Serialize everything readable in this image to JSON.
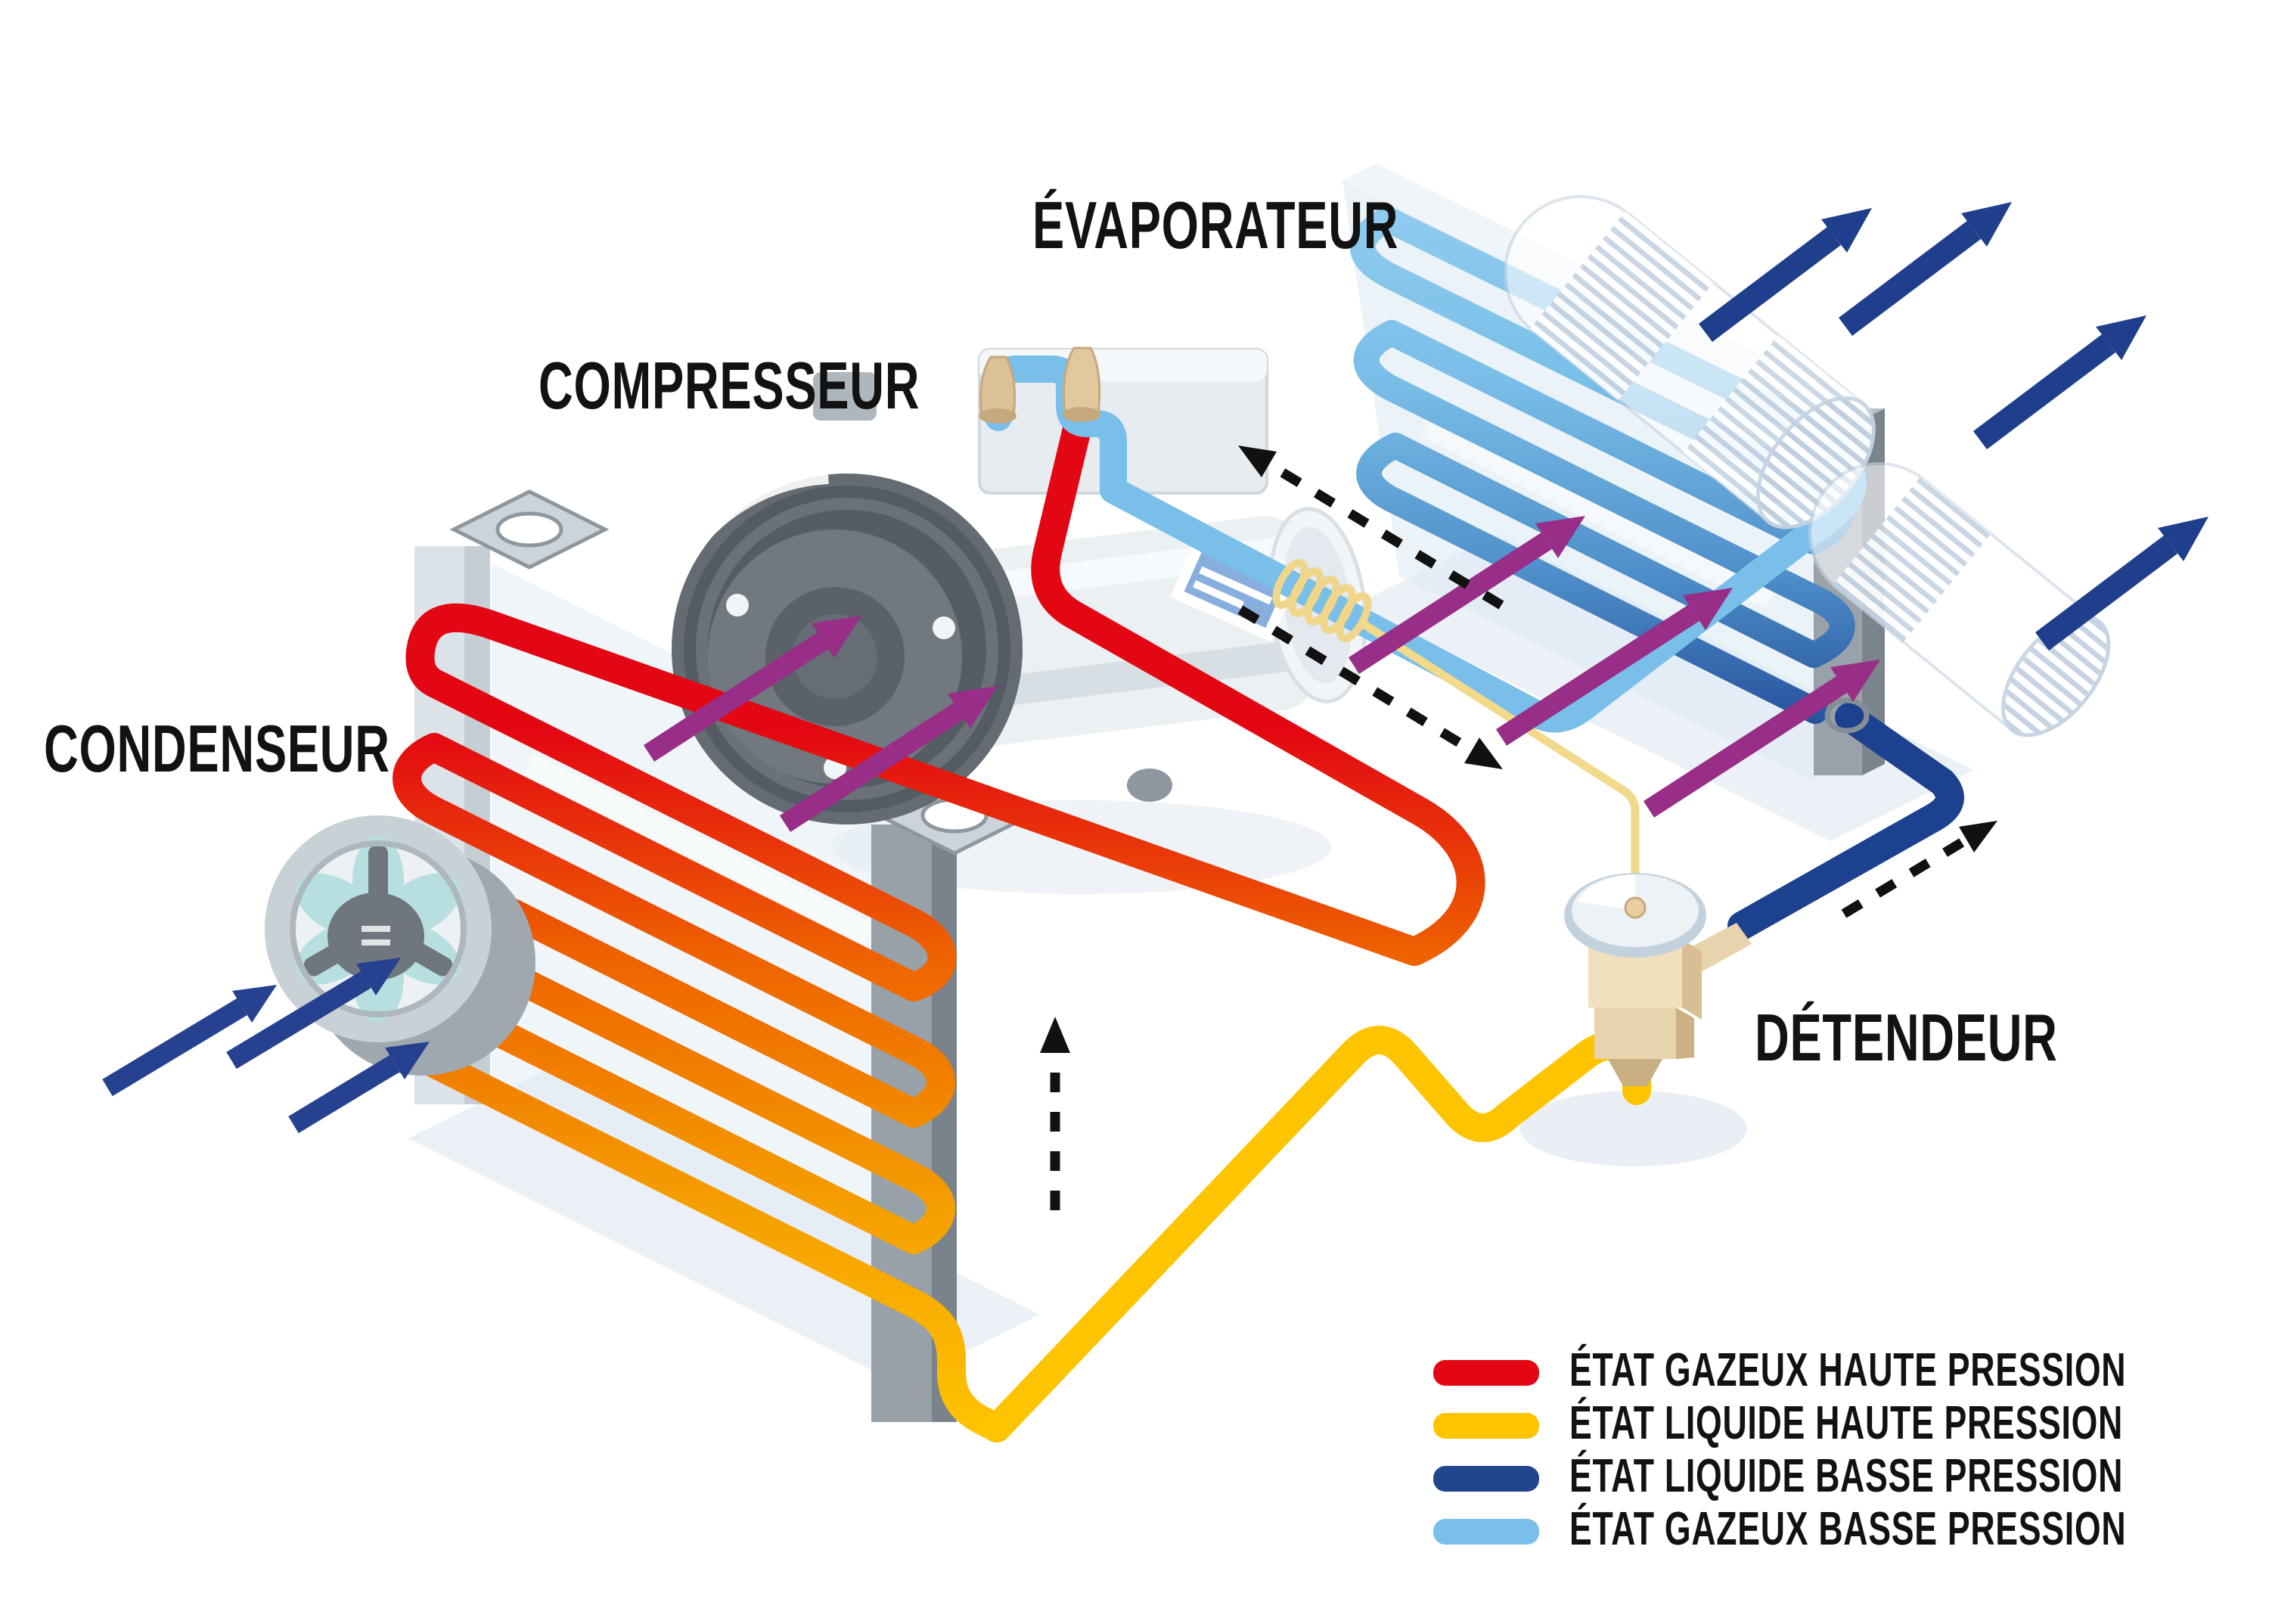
{
  "diagram": {
    "type": "refrigeration-cycle",
    "language": "fr",
    "components": {
      "evaporator": "ÉVAPORATEUR",
      "compressor": "COMPRESSEUR",
      "condenser": "CONDENSEUR",
      "expansion_valve": "DÉTENDEUR"
    },
    "legend": {
      "items": [
        {
          "label": "ÉTAT GAZEUX HAUTE PRESSION",
          "color": "#E30613"
        },
        {
          "label": "ÉTAT LIQUIDE HAUTE PRESSION",
          "color": "#FFC400"
        },
        {
          "label": "ÉTAT LIQUIDE BASSE PRESSION",
          "color": "#21468B"
        },
        {
          "label": "ÉTAT GAZEUX BASSE PRESSION",
          "color": "#79BFE9"
        }
      ]
    },
    "pipe_colors": {
      "high_pressure_gas": "#E30613",
      "high_pressure_liquid": "#FFC400",
      "low_pressure_liquid": "#1C418E",
      "low_pressure_gas": "#79BFE9",
      "condenser_gradient": [
        "#E30613",
        "#F07800",
        "#FFC400"
      ],
      "evaporator_gradient": [
        "#8CCAEF",
        "#79BFE9",
        "#3B74B8",
        "#1C418E"
      ]
    },
    "arrow_colors": {
      "airflow_blue": "#26418F",
      "heat_purple": "#982E87",
      "flow_direction_dashed": "#111111"
    }
  }
}
